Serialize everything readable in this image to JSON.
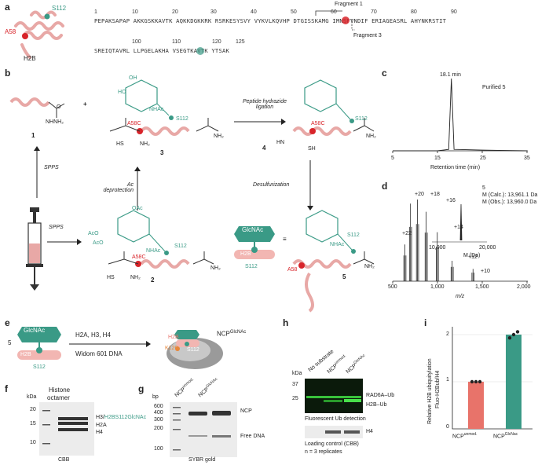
{
  "panels": {
    "a": "a",
    "b": "b",
    "c": "c",
    "d": "d",
    "e": "e",
    "f": "f",
    "g": "g",
    "h": "h",
    "i": "i"
  },
  "a": {
    "protein_label": "H2B",
    "site_a": "A58",
    "site_s": "S112",
    "ticks1": [
      "1",
      "10",
      "20",
      "30",
      "40",
      "50",
      "60",
      "70",
      "80",
      "90"
    ],
    "seq1": "PEPAKSAPAP AKKGSKKAVTK AQKKDGKKRK RSRKESYSVY VYKVLKQVHP DTGISSKAMG IMNSFVNDIF ERIAGEASRL AHYNKRSTIT",
    "ticks2": [
      "100",
      "110",
      "120",
      "125"
    ],
    "seq2": "SREIQTAVRL LLPGELAKHA VSEGTKAVTK YTSAK",
    "fragment1": "Fragment 1",
    "fragment3": "Fragment 3"
  },
  "b": {
    "c1": "1",
    "c2": "2",
    "c3": "3",
    "c4": "4",
    "c5": "5",
    "hydrazide": "NHNH₂",
    "nh2": "NH₂",
    "hs": "HS",
    "sh": "SH",
    "hn": "HN",
    "nhac": "NHAc",
    "oh": "OH",
    "ho": "HO",
    "aco": "AcO",
    "oac": "OAc",
    "a58c": "A58C",
    "s112": "S112",
    "a58": "A58",
    "ligation": "Peptide hydrazide ligation",
    "ac_deprot": "Ac deprotection",
    "desulf": "Desulfurization",
    "spps": "SPPS",
    "glcnac": "GlcNAc",
    "h2b": "H2B",
    "o": "O"
  },
  "c": {
    "peak_time": "18.1 min",
    "caption": "Purified 5",
    "xlabel": "Retention time (min)",
    "ticks": [
      "5",
      "15",
      "25",
      "35"
    ]
  },
  "d": {
    "compound": "5",
    "calc": "M (Calc.): 13,961.1 Da",
    "obs": "M (Obs.): 13,960.0 Da",
    "charges": [
      "+20",
      "+18",
      "+16",
      "+14",
      "+12",
      "+10",
      "+22"
    ],
    "inset_ticks": [
      "10,000",
      "20,000"
    ],
    "inset_xlabel": "M (Da)",
    "xlabel": "m/z",
    "ticks": [
      "500",
      "1,000",
      "1,500",
      "2,000"
    ]
  },
  "e": {
    "compound": "5",
    "step1": "H2A, H3, H4",
    "step2": "Widom 601 DNA",
    "ncp": "NCP",
    "ncp_sup": "GlcNAc",
    "k120": "K120",
    "s112": "S112",
    "glcnac": "GlcNAc",
    "h2b": "H2B"
  },
  "f": {
    "title1": "Histone",
    "title2": "octamer",
    "kda": "kDa",
    "ticks": [
      "20",
      "15",
      "10"
    ],
    "band1_a": "H3/",
    "band1_b": "H2BS112GlcNAc",
    "band2": "H2A",
    "band3": "H4",
    "stain": "CBB"
  },
  "g": {
    "bp": "bp",
    "ticks": [
      "600",
      "400",
      "300",
      "200",
      "100"
    ],
    "lane1": "NCP",
    "lane1_sup": "unmod.",
    "lane2": "NCP",
    "lane2_sup": "GlcNAc",
    "ncp": "NCP",
    "free": "Free DNA",
    "stain": "SYBR gold"
  },
  "h": {
    "kda": "kDa",
    "ticks": [
      "37",
      "25"
    ],
    "lane0": "No substrate",
    "lane1": "NCP",
    "lane1_sup": "unmod.",
    "lane2": "NCP",
    "lane2_sup": "GlcNAc",
    "rad": "RAD6A–Ub",
    "h2bub": "H2B–Ub",
    "fluor": "Fluorescent Ub detection",
    "h4": "H4",
    "loading": "Loading control (CBB)",
    "rep": "n = 3 replicates"
  },
  "i": {
    "ylabel1": "Relative H2B ubiquitylation",
    "ylabel2": "Fluo-H2Bub/H4",
    "yticks": [
      "0",
      "1",
      "2"
    ],
    "x1": "NCP",
    "x1_sup": "unmod.",
    "x2": "NCP",
    "x2_sup": "GlcNac",
    "colors": {
      "unmod": "#e8736a",
      "glcnac": "#3a9a86"
    }
  },
  "chart_data": [
    {
      "type": "line",
      "title": "",
      "xlabel": "Retention time (min)",
      "ylabel": "",
      "xlim": [
        5,
        35
      ],
      "series": [
        {
          "values": [
            [
              5,
              0
            ],
            [
              15,
              0
            ],
            [
              17.5,
              0.02
            ],
            [
              18.1,
              1.0
            ],
            [
              18.7,
              0.02
            ],
            [
              25,
              0.01
            ],
            [
              35,
              0
            ]
          ]
        }
      ],
      "annotations": [
        "18.1 min",
        "Purified 5"
      ]
    },
    {
      "type": "bar",
      "title": "",
      "xlabel": "m/z",
      "ylabel": "",
      "xlim": [
        500,
        2000
      ],
      "categories": [
        "+22",
        "+20",
        "+18",
        "+16",
        "+14",
        "+12",
        "+10"
      ],
      "x": [
        636,
        699,
        777,
        874,
        998,
        1164,
        1397
      ],
      "values": [
        0.45,
        0.95,
        1.0,
        0.85,
        0.6,
        0.25,
        0.15
      ]
    },
    {
      "type": "bar",
      "title": "",
      "xlabel": "",
      "ylabel": "Relative H2B ubiquitylation Fluo-H2Bub/H4",
      "ylim": [
        0,
        2.2
      ],
      "categories": [
        "NCP unmod.",
        "NCP GlcNac"
      ],
      "values": [
        1.0,
        2.0
      ],
      "points": [
        [
          1.0,
          1.0,
          1.0
        ],
        [
          1.93,
          2.0,
          2.06
        ]
      ]
    }
  ]
}
